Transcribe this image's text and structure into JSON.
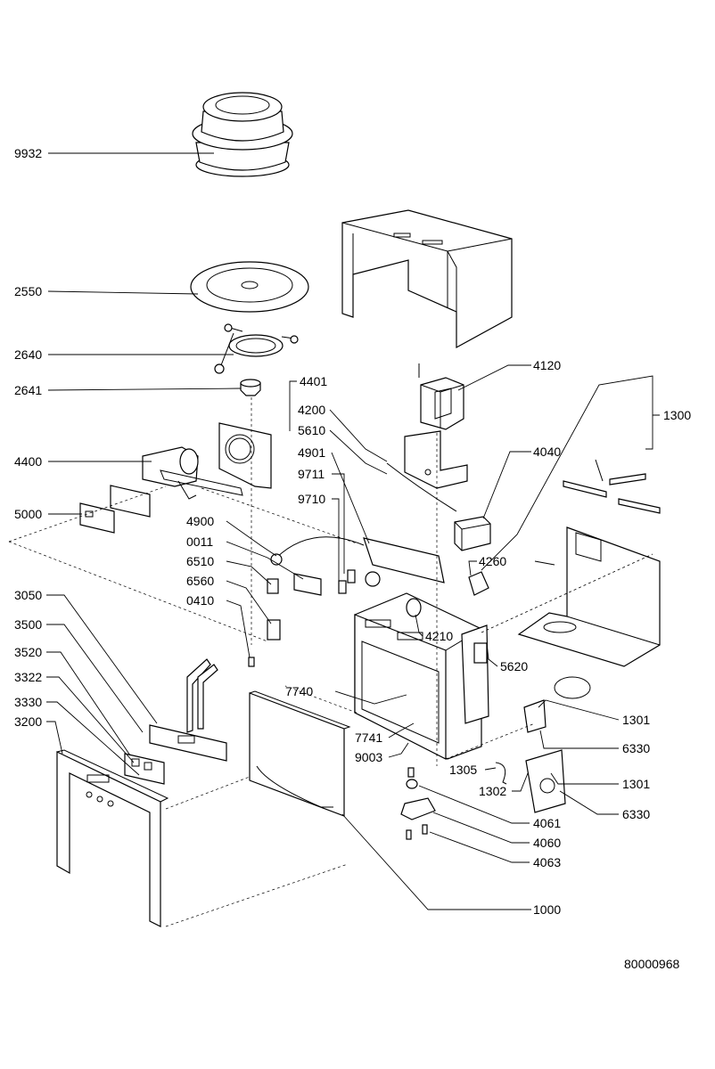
{
  "diagram": {
    "drawing_number": "80000968",
    "labels": {
      "p9932": "9932",
      "p2550": "2550",
      "p2640": "2640",
      "p2641": "2641",
      "p4400": "4400",
      "p4401": "4401",
      "p5000": "5000",
      "p4200": "4200",
      "p5610": "5610",
      "p4901": "4901",
      "p9711": "9711",
      "p9710": "9710",
      "p4900": "4900",
      "p0011": "0011",
      "p6510": "6510",
      "p6560": "6560",
      "p0410": "0410",
      "p4120": "4120",
      "p4040": "4040",
      "p1300": "1300",
      "p4260": "4260",
      "p4210": "4210",
      "p5620": "5620",
      "p3050": "3050",
      "p3500": "3500",
      "p3520": "3520",
      "p3322": "3322",
      "p3330": "3330",
      "p3200": "3200",
      "p7740": "7740",
      "p7741": "7741",
      "p9003": "9003",
      "p1305": "1305",
      "p1302": "1302",
      "p1301a": "1301",
      "p6330a": "6330",
      "p1301b": "1301",
      "p6330b": "6330",
      "p4061": "4061",
      "p4060": "4060",
      "p4063": "4063",
      "p1000": "1000"
    }
  }
}
